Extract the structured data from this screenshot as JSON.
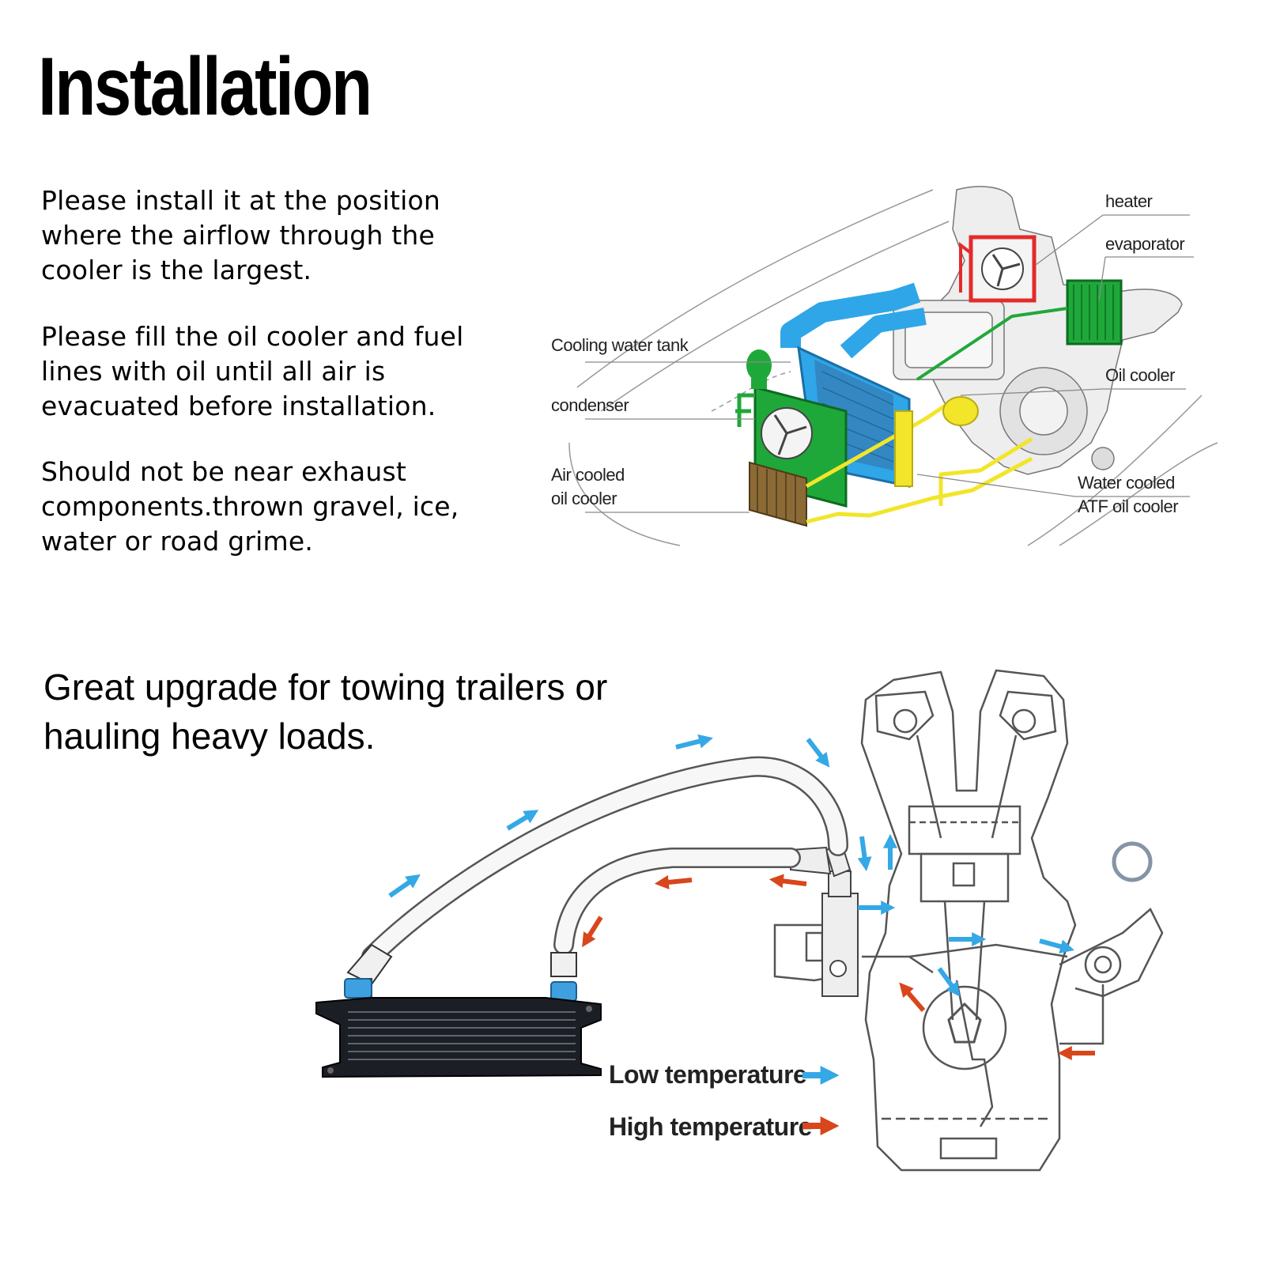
{
  "title": "Installation",
  "instructions": [
    "Please install it at the position where the airflow through the cooler is the largest.",
    "Please fill the oil cooler and fuel lines with oil until all air is evacuated before installation.",
    "Should not be near exhaust components.thrown gravel, ice, water or road grime."
  ],
  "upgrade_text": "Great upgrade for towing trailers or hauling heavy loads.",
  "top_diagram": {
    "labels": {
      "heater": "heater",
      "evaporator": "evaporator",
      "cooling_water_tank": "Cooling water tank",
      "oil_cooler": "Oil cooler",
      "condenser": "condenser",
      "air_cooled_line1": "Air cooled",
      "air_cooled_line2": "oil cooler",
      "water_cooled_line1": "Water cooled",
      "water_cooled_line2": "ATF oil cooler"
    },
    "colors": {
      "heater": "#e32b2b",
      "evaporator": "#1fa83a",
      "cooling_water_tank": "#2fa6e8",
      "oil_lines": "#f2e52a",
      "outline": "#888888"
    }
  },
  "bottom_diagram": {
    "legend": {
      "low": "Low temperature",
      "high": "High temperature"
    },
    "colors": {
      "low": "#35a8e6",
      "high": "#d8461c",
      "cooler": "#1b1e24",
      "fitting": "#3fa0e0"
    }
  }
}
